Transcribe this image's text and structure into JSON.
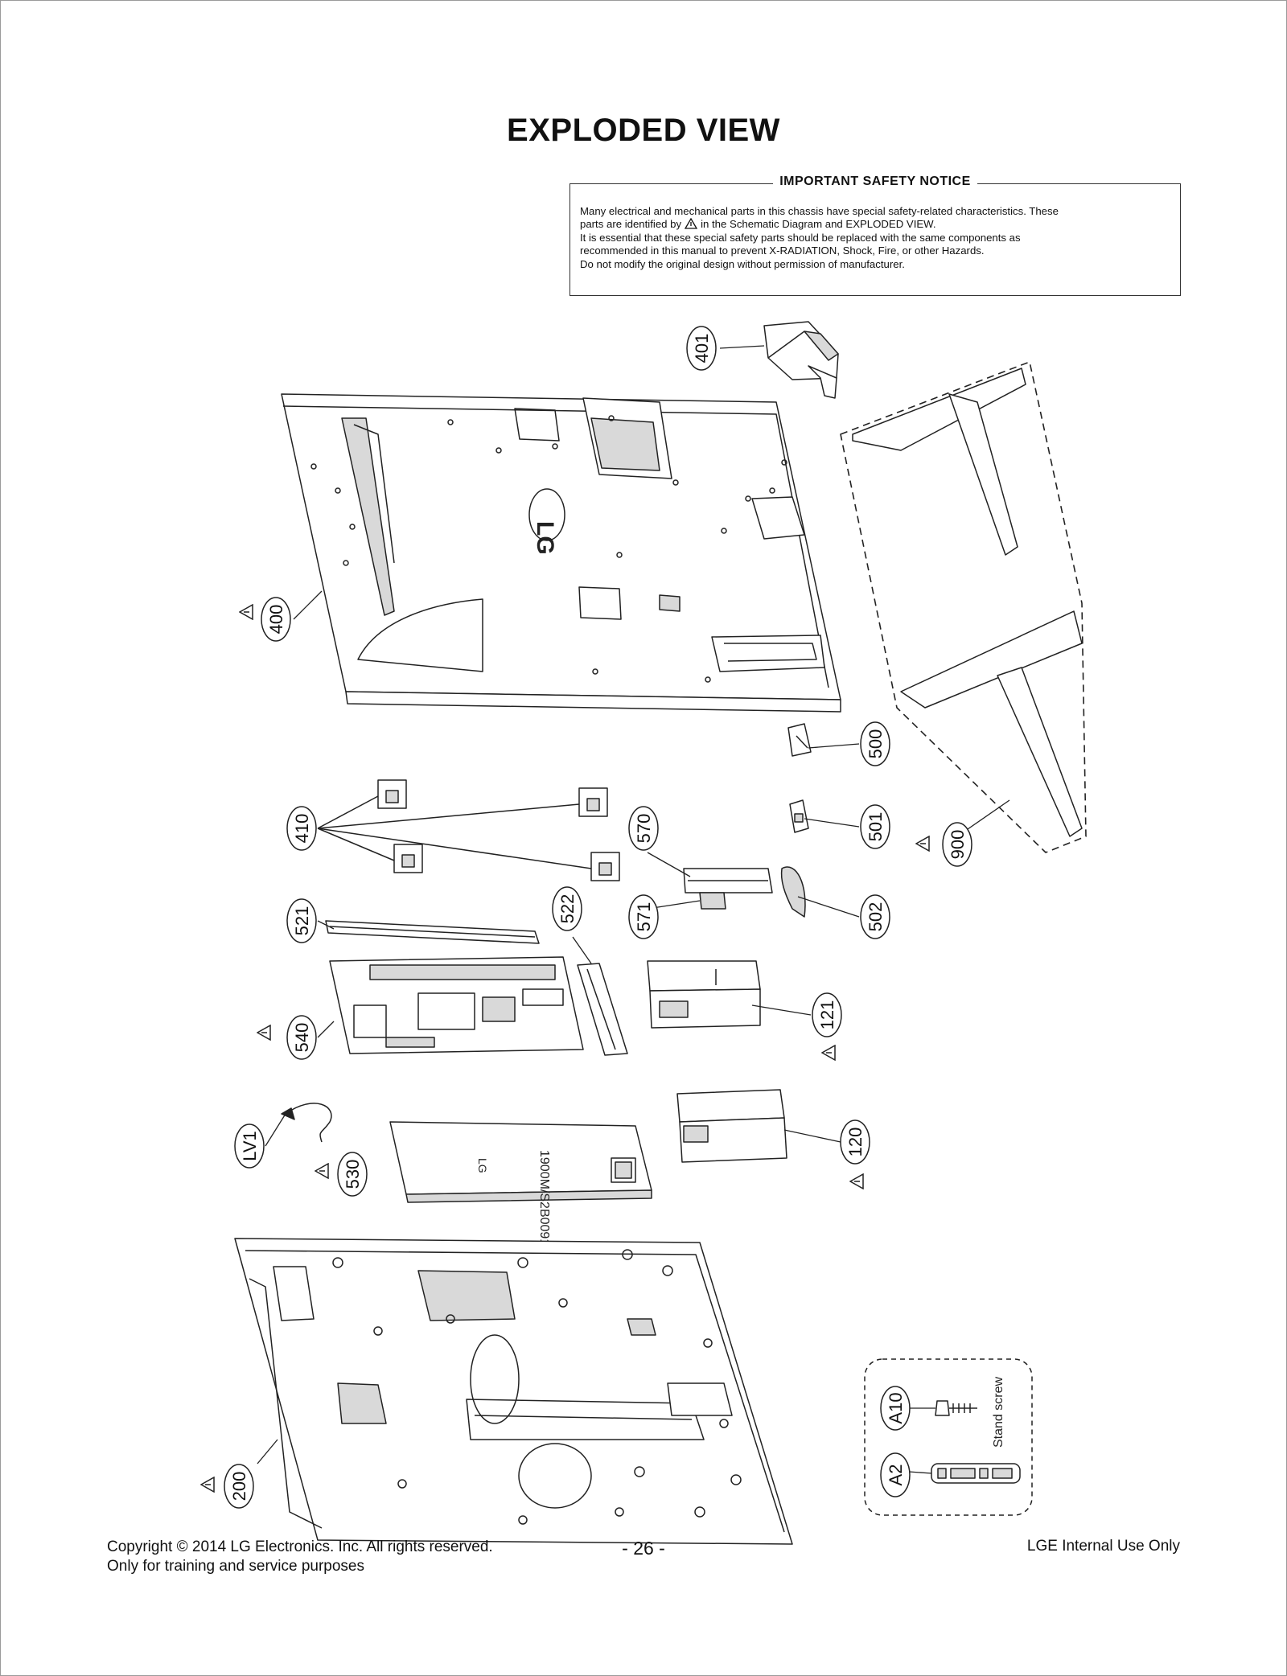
{
  "page": {
    "title": "EXPLODED VIEW",
    "page_number": "- 26 -",
    "footer": {
      "copyright": "Copyright  © 2014 LG Electronics. Inc. All rights reserved.",
      "training": "Only for training and service purposes",
      "internal": "LGE Internal Use Only"
    }
  },
  "notice": {
    "heading": "IMPORTANT SAFETY NOTICE",
    "line1": "Many electrical and mechanical parts in this chassis have special safety-related characteristics. These",
    "line2_a": "parts are identified by",
    "line2_b": "in the Schematic Diagram and EXPLODED VIEW.",
    "line3": "It is essential that these special safety parts should be replaced with the same components as",
    "line4": "recommended in this manual to prevent X-RADIATION, Shock, Fire, or other Hazards.",
    "line5": "Do not modify the original design without permission of manufacturer."
  },
  "parts": {
    "p401": "401",
    "p400": "400",
    "p500": "500",
    "p900": "900",
    "p501": "501",
    "p410": "410",
    "p570": "570",
    "p521": "521",
    "p522": "522",
    "p571": "571",
    "p502": "502",
    "p540": "540",
    "p121": "121",
    "pLV1": "LV1",
    "p530": "530",
    "p120": "120",
    "pA10": "A10",
    "pA2": "A2",
    "p200": "200"
  },
  "labels": {
    "stand_screw": "Stand screw",
    "logo": "LG",
    "panel_code": "1900M/S2B0091",
    "pcb_mark": "LG"
  },
  "colors": {
    "line": "#222222",
    "fill": "#ffffff",
    "shade": "#d9d9d9"
  }
}
